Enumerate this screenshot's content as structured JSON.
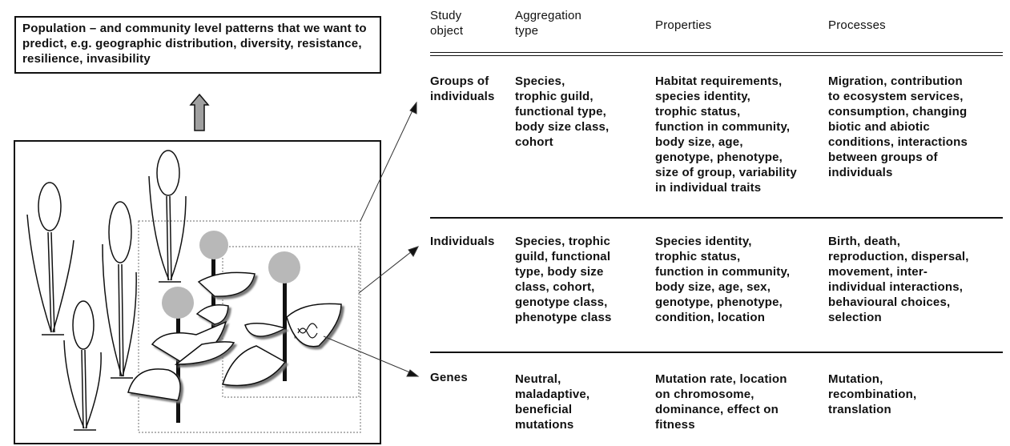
{
  "title_box": {
    "text": "Population – and community level patterns that we want to predict, e.g. geographic distribution, diversity, resistance, resilience, invasibility"
  },
  "table": {
    "headers": [
      "Study\nobject",
      "Aggregation\ntype",
      "Properties",
      "Processes"
    ],
    "rows": [
      {
        "study_object": "Groups of\nindividuals",
        "aggregation_type": "Species,\ntrophic guild,\nfunctional type,\nbody size class,\ncohort",
        "properties": "Habitat requirements,\nspecies identity,\ntrophic status,\nfunction in community,\nbody size, age,\ngenotype, phenotype,\nsize of group, variability\nin individual traits",
        "processes": "Migration, contribution\nto ecosystem services,\nconsumption, changing\nbiotic and abiotic\nconditions, interactions\nbetween groups of\nindividuals"
      },
      {
        "study_object": "Individuals",
        "aggregation_type": "Species, trophic\nguild, functional\ntype, body size\nclass, cohort,\ngenotype class,\nphenotype class",
        "properties": "Species identity,\ntrophic status,\nfunction in community,\nbody size, age, sex,\ngenotype, phenotype,\ncondition, location",
        "processes": "Birth, death,\nreproduction, dispersal,\nmovement, inter-\nindividual interactions,\nbehavioural choices,\nselection"
      },
      {
        "study_object": "Genes",
        "aggregation_type": "Neutral,\nmaladaptive,\nbeneficial\nmutations",
        "properties": "Mutation rate, location\non chromosome,\ndominance, effect on\nfitness",
        "processes": "Mutation,\nrecombination,\ntranslation"
      }
    ]
  },
  "colors": {
    "line": "#111111",
    "flower_head": "#b8b8b8",
    "arrow_fill": "#a0a0a0",
    "dotted_box": "#888888"
  },
  "icons": [
    "up-arrow-icon",
    "plant-icon",
    "flower-icon",
    "leaf-icon",
    "dna-icon"
  ]
}
